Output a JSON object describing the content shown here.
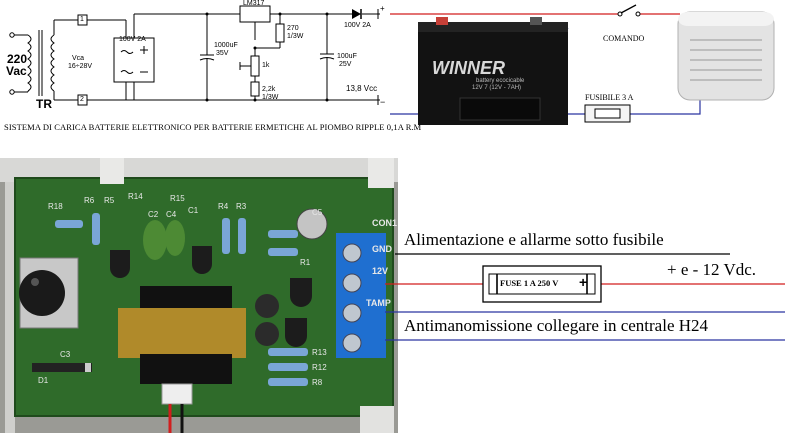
{
  "schematic": {
    "input_voltage": "220",
    "input_unit": "Vac",
    "transformer_label": "TR",
    "secondary_label_1": "Vca",
    "secondary_label_2": "16÷28V",
    "terminal_1": "1",
    "terminal_2": "2",
    "bridge_label": "100V  2A",
    "cap1_label_1": "1000uF",
    "cap1_label_2": "35V",
    "regulator_label": "LM317",
    "r1_label_1": "270",
    "r1_label_2": "1/3W",
    "pot_label": "1k",
    "r2_label_1": "2,2k",
    "r2_label_2": "1/3W",
    "diode_label": "100V  2A",
    "cap2_label_1": "100uF",
    "cap2_label_2": "25V",
    "output_voltage": "13,8 Vcc",
    "caption": "SISTEMA DI CARICA BATTERIE ELETTRONICO PER BATTERIE ERMETICHE AL PIOMBO RIPPLE 0,1A R.M"
  },
  "battery": {
    "brand": "WINNER",
    "line1": "battery ecocicable",
    "line2": "12V  7 (12V - 7AH)"
  },
  "wiring": {
    "switch_label": "COMANDO",
    "fuse_label": "FUSIBILE 3 A"
  },
  "pcb": {
    "labels": [
      "R18",
      "R6",
      "R14",
      "R5",
      "R15",
      "C1",
      "C2",
      "C3",
      "C4",
      "R4",
      "R3",
      "R1",
      "R13",
      "R12",
      "R8",
      "CON1",
      "GND",
      "12V",
      "TAMP",
      "D1",
      "C5"
    ]
  },
  "annotations": {
    "power_line": "Alimentazione e allarme sotto fusibile",
    "voltage": "+ e - 12 Vdc.",
    "fuse": "FUSE 1 A 250 V",
    "tamper_line": "Antimanomissione collegare in centrale H24"
  },
  "colors": {
    "wire_red": "#d21e1e",
    "wire_blue": "#2a34a0",
    "pcb_green": "#2f6b2a",
    "terminal_blue": "#1f6fd0"
  }
}
